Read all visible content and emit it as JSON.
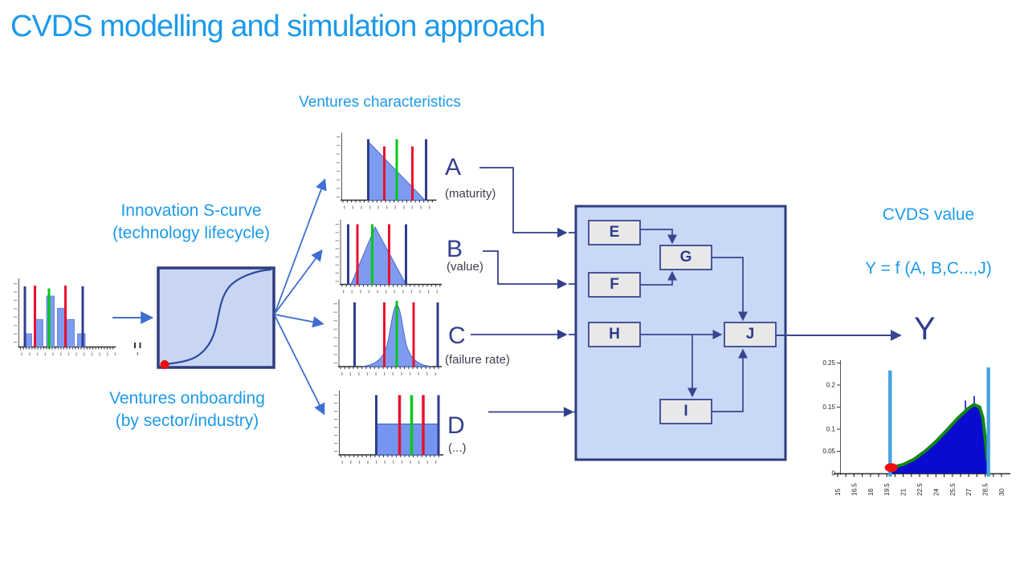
{
  "slide": {
    "title": "CVDS modelling and simulation approach",
    "background": "#FFFFFF"
  },
  "labels": {
    "ventures_characteristics": "Ventures characteristics",
    "innovation_s_curve": {
      "line1": "Innovation S-curve",
      "line2": "(technology lifecycle)"
    },
    "ventures_onboarding": {
      "line1": "Ventures onboarding",
      "line2": "(by sector/industry)"
    },
    "cvds_value": "CVDS value",
    "formula": "Y = f (A, B,C...,J)",
    "output_letter": "Y"
  },
  "variables": [
    {
      "letter": "A",
      "caption": "(maturity)"
    },
    {
      "letter": "B",
      "caption": "(value)"
    },
    {
      "letter": "C",
      "caption": "(failure rate)"
    },
    {
      "letter": "D",
      "caption": "(...)"
    }
  ],
  "nodes": [
    {
      "label": "E"
    },
    {
      "label": "F"
    },
    {
      "label": "G"
    },
    {
      "label": "H"
    },
    {
      "label": "I"
    },
    {
      "label": "J"
    }
  ],
  "colors": {
    "title_blue": "#1C9AEA",
    "navy": "#2F3C8C",
    "box_border": "#2F3C7E",
    "panel_fill": "#C9D8F7",
    "scurve_fill": "#C8D6F4",
    "node_fill": "#E8E8E8",
    "fan_arrow_blue": "#3E6FD0",
    "bar_blue": "#7D9CF0",
    "marker_red": "#E8112D",
    "marker_green": "#00C818",
    "dist_deep_blue": "#0B0BD0",
    "fit_green": "#128712",
    "bound_bar_blue": "#44A1E4",
    "start_dot_red": "#F00D0D",
    "caption_gray": "#3E3E4E"
  },
  "chart_data": [
    {
      "id": "ventures_onboarding_histogram",
      "type": "bar",
      "title": "",
      "note": "mini histogram; axis tick labels illegible at source resolution",
      "bars_relative_height": [
        0.26,
        0.54,
        1.0,
        0.76,
        0.54,
        0.26
      ],
      "marker_lines": [
        "navy",
        "red",
        "green",
        "red",
        "navy"
      ]
    },
    {
      "id": "innovation_s_curve",
      "type": "line",
      "shape": "sigmoid S-curve rising left-to-right with red start dot at bottom-left"
    },
    {
      "id": "dist_A_maturity",
      "type": "area",
      "shape": "declining right-triangle density with navy/red/green marker lines"
    },
    {
      "id": "dist_B_value",
      "type": "area",
      "shape": "symmetric triangle density with navy/red/green marker lines"
    },
    {
      "id": "dist_C_failure_rate",
      "type": "area",
      "shape": "narrow bell-curve density with navy/red/green marker lines"
    },
    {
      "id": "dist_D_other",
      "type": "area",
      "shape": "uniform rectangular density with navy/red/green marker lines"
    },
    {
      "id": "cvds_value_output",
      "type": "area",
      "title": "",
      "xlabel": "",
      "ylabel": "",
      "xlim": [
        15,
        30
      ],
      "ylim": [
        0,
        0.25
      ],
      "x_ticks": [
        15,
        16.5,
        18,
        19.5,
        21,
        22.5,
        24,
        25.5,
        27,
        28.5,
        30
      ],
      "y_ticks": [
        0.25,
        0.2,
        0.15,
        0.1,
        0.05,
        0
      ],
      "curve_points": [
        [
          19.9,
          0.013
        ],
        [
          21,
          0.02
        ],
        [
          22,
          0.032
        ],
        [
          23,
          0.05
        ],
        [
          24,
          0.072
        ],
        [
          25,
          0.098
        ],
        [
          26,
          0.125
        ],
        [
          27,
          0.148
        ],
        [
          27.5,
          0.156
        ],
        [
          28,
          0.15
        ],
        [
          28.3,
          0.125
        ],
        [
          28.55,
          0.07
        ],
        [
          28.7,
          0.03
        ]
      ],
      "spikes": [
        [
          26.7,
          0.165
        ],
        [
          27.5,
          0.175
        ]
      ],
      "vertical_bars": [
        {
          "x": 19.8,
          "top": 0.233
        },
        {
          "x": 28.8,
          "top": 0.24
        }
      ],
      "start_marker": {
        "x": 19.9,
        "y": 0.013
      }
    }
  ]
}
